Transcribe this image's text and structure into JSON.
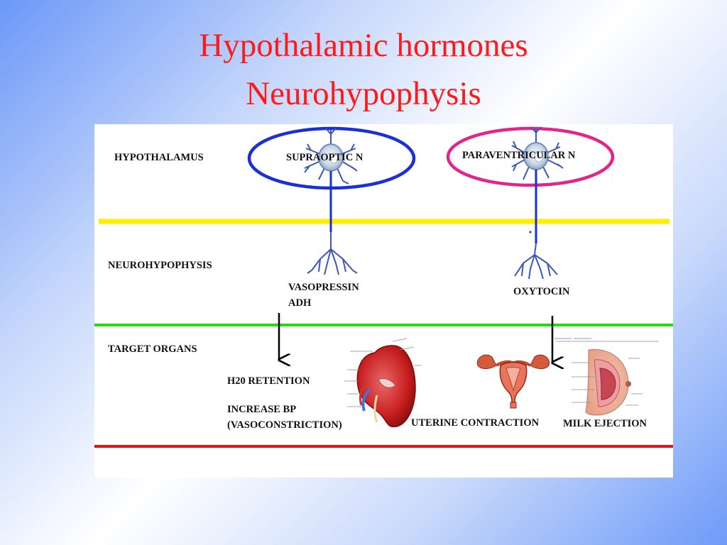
{
  "slide": {
    "title_line1": "Hypothalamic hormones",
    "title_line2": "Neurohypophysis"
  },
  "diagram": {
    "rows": {
      "hypothalamus": "HYPOTHALAMUS",
      "neurohypophysis": "NEUROHYPOPHYSIS",
      "target_organs": "TARGET ORGANS"
    },
    "nuclei": {
      "supraoptic": "SUPRAOPTIC N",
      "paraventricular": "PARAVENTRICULAR N"
    },
    "hormones": {
      "vasopressin": "VASOPRESSIN",
      "adh": "ADH",
      "oxytocin": "OXYTOCIN"
    },
    "effects": {
      "h2o_retention": "H20 RETENTION",
      "increase_bp": "INCREASE BP",
      "vasoconstriction": "(VASOCONSTRICTION)",
      "uterine_contraction": "UTERINE CONTRACTION",
      "milk_ejection": "MILK EJECTION"
    },
    "colors": {
      "title": "#ff1a1a",
      "supraoptic_ring": "#1a2fd6",
      "paraventricular_ring": "#e3248a",
      "axon": "#1a2fd6",
      "line_hypothalamus": "#ffee00",
      "line_neurohypophysis": "#22dd11",
      "line_target": "#ee1111"
    }
  }
}
